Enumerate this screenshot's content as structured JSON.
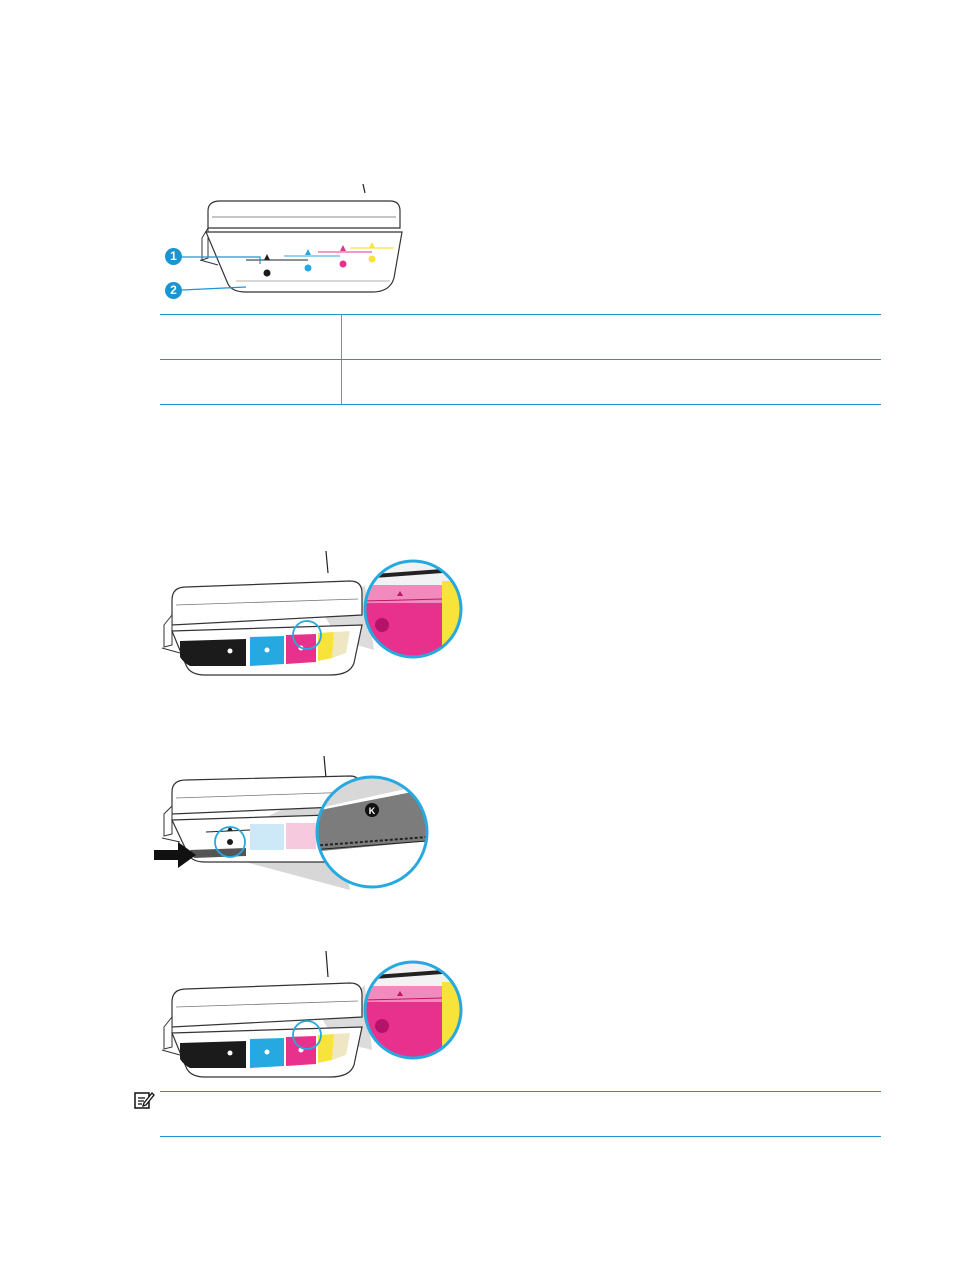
{
  "figure1": {
    "callouts": [
      "1",
      "2"
    ],
    "colors": {
      "black": "#1b1b1b",
      "cyan": "#25a9e0",
      "magenta": "#e8318d",
      "yellow": "#f7e33a",
      "hp_blue": "#1a95d2"
    }
  },
  "table": {
    "rows": [
      {
        "col1": "",
        "col2": ""
      },
      {
        "col1": "",
        "col2": ""
      }
    ]
  },
  "figure3": {
    "zoom_label": "K"
  },
  "note": {
    "icon": "note-icon",
    "text": ""
  }
}
